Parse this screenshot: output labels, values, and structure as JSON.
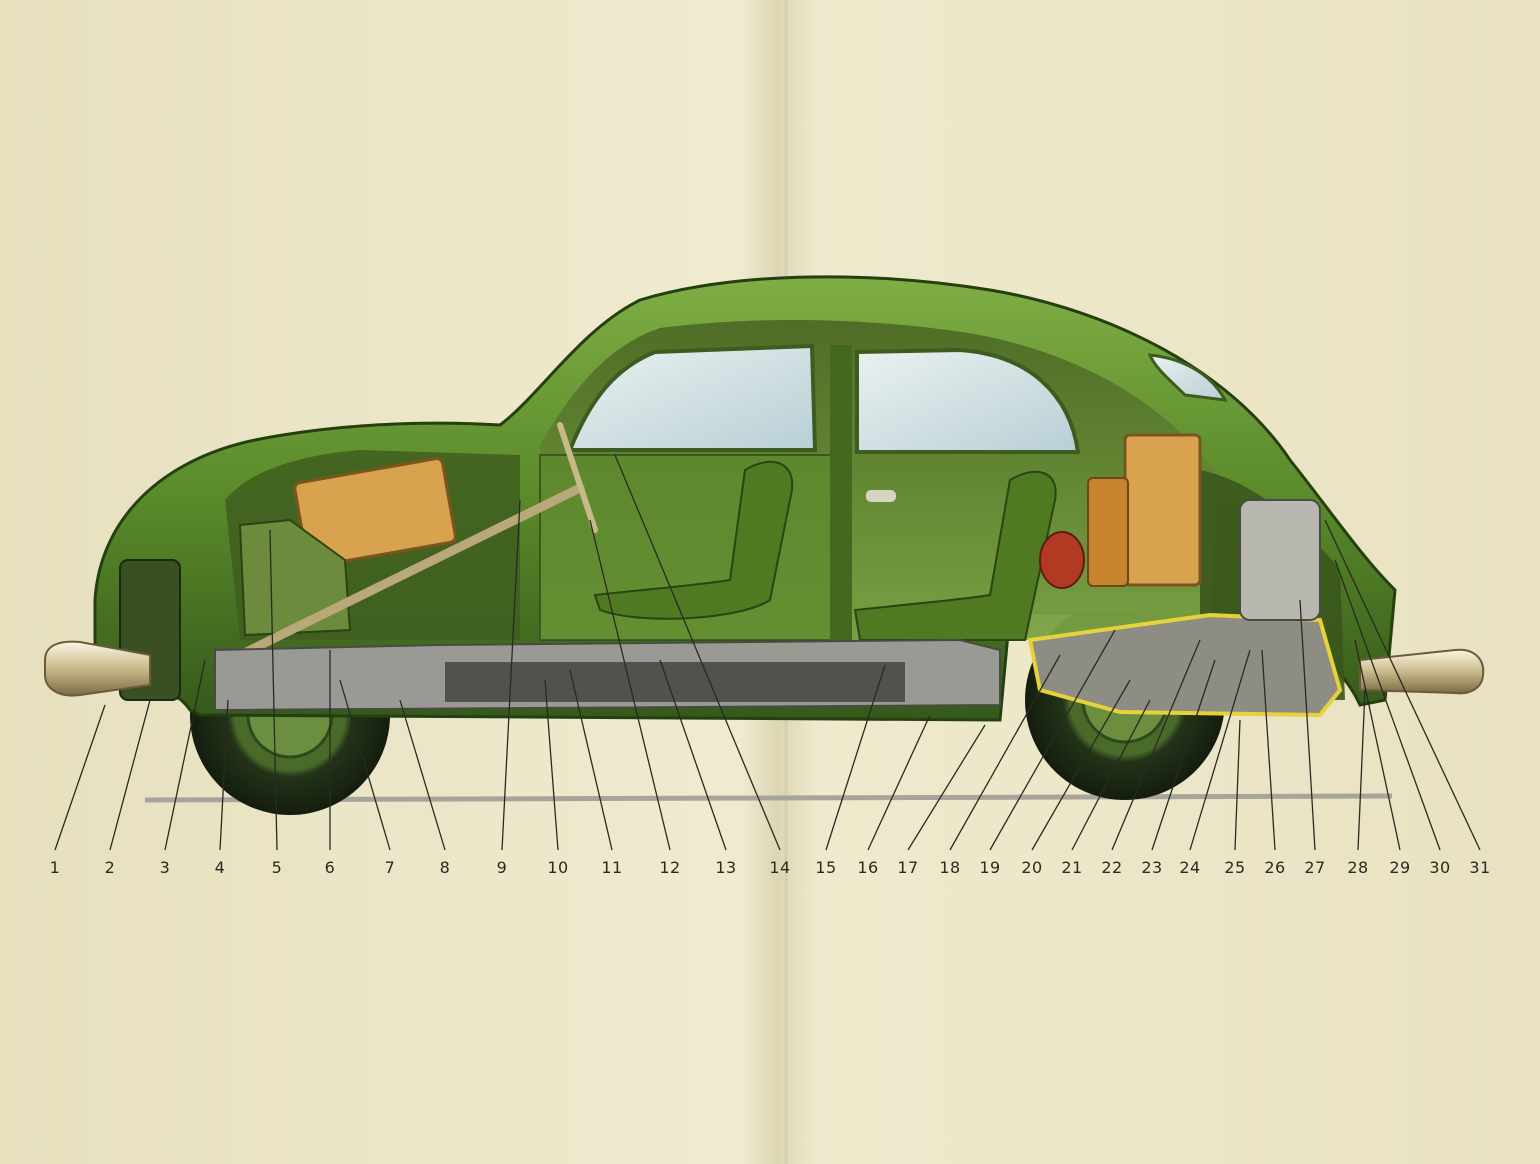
{
  "diagram": {
    "callouts": [
      "1",
      "2",
      "3",
      "4",
      "5",
      "6",
      "7",
      "8",
      "9",
      "10",
      "11",
      "12",
      "13",
      "14",
      "15",
      "16",
      "17",
      "18",
      "19",
      "20",
      "21",
      "22",
      "23",
      "24",
      "25",
      "26",
      "27",
      "28",
      "29",
      "30",
      "31"
    ]
  },
  "colors": {
    "paper": "#ede8c9",
    "body_green": "#5a8a2a",
    "body_dark": "#2f5418",
    "interior_green": "#6f9a3a",
    "glass": "#cfe0e6",
    "luggage": "#d9a24f",
    "chrome": "#d8d4c4",
    "chassis": "#9a9a95",
    "tire": "#1e2a16",
    "engine_outline": "#e6d23a",
    "leader_line": "#2a2a22",
    "ground_line": "#a7a49a"
  }
}
